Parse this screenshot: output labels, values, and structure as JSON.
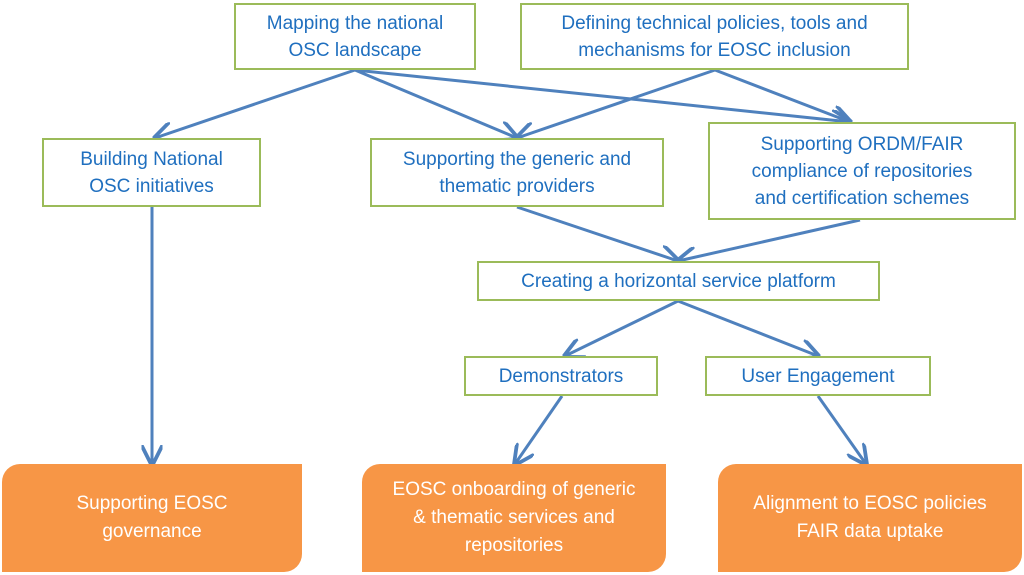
{
  "nodes": {
    "mapping": "Mapping the national\nOSC landscape",
    "defining": "Defining technical policies, tools and\nmechanisms for EOSC inclusion",
    "building": "Building National\nOSC initiatives",
    "supporting_providers": "Supporting the generic and\nthematic providers",
    "supporting_ordm": "Supporting ORDM/FAIR\ncompliance of repositories\nand certification schemes",
    "horizontal": "Creating a horizontal service platform",
    "demonstrators": "Demonstrators",
    "user_engagement": "User Engagement"
  },
  "outcomes": {
    "governance": "Supporting EOSC\ngovernance",
    "onboarding": "EOSC onboarding of generic\n& thematic services and\nrepositories",
    "alignment": "Alignment to EOSC policies\nFAIR data uptake"
  },
  "colors": {
    "box_border": "#9bbb59",
    "box_text": "#1f6fbf",
    "arrow": "#4f81bd",
    "outcome_fill": "#f79646",
    "outcome_text": "#ffffff"
  }
}
